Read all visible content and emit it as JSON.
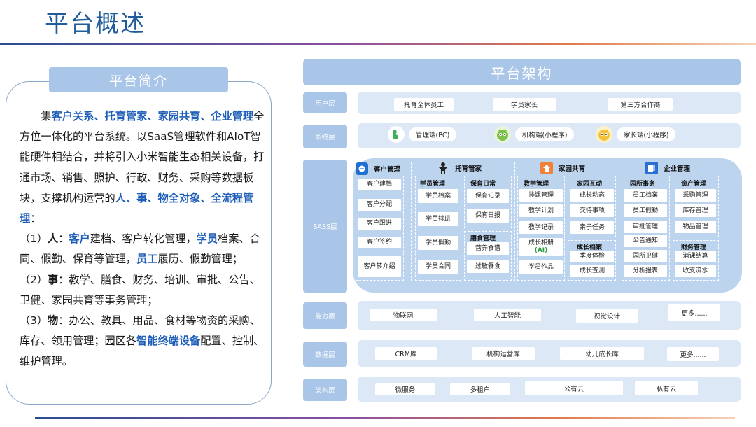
{
  "page": {
    "title": "平台概述"
  },
  "intro": {
    "tab": "平台简介",
    "p1": [
      "集",
      "客户关系、托育管家、家园共育、企业管理",
      "全方位一体化的平台系统。以SaaS管理软件和AIoT智能硬件相结合，并将引入小米智能生态相关设备，打通市场、销售、照护、行政、财务、采购等数据板块，支撑机构运营的",
      "人、事、物全对象、全流程管理",
      "："
    ],
    "p2": [
      "（1）",
      "人",
      "：",
      "客户",
      "建档、客户转化管理，",
      "学员",
      "档案、合同、假勤、保育等管理，",
      "员工",
      "履历、假勤管理；"
    ],
    "p3": [
      "（2）",
      "事",
      "：教学、膳食、财务、培训、审批、公告、卫健、家园共育等事务管理；"
    ],
    "p4": [
      "（3）",
      "物",
      "：办公、教具、用品、食材等物资的采购、库存、领用管理；园区各",
      "智能终端设备",
      "配置、控制、维护管理。"
    ]
  },
  "arch": {
    "title": "平台架构",
    "layers": {
      "user": {
        "label": "用户层",
        "items": [
          "托育全体员工",
          "学员家长",
          "第三方合作商"
        ]
      },
      "system": {
        "label": "系统层",
        "items": [
          "管理端(PC)",
          "机构端(小程序)",
          "家长端(小程序)"
        ]
      },
      "sass": {
        "label": "SASS层"
      },
      "capability": {
        "label": "能力层",
        "items": [
          "物联网",
          "人工智能",
          "视觉设计",
          "更多......"
        ]
      },
      "data": {
        "label": "数据层",
        "items": [
          "CRM库",
          "机构运营库",
          "幼儿成长库",
          "更多......"
        ]
      },
      "framework": {
        "label": "架构层",
        "items": [
          "微服务",
          "多租户",
          "公有云",
          "私有云"
        ]
      }
    },
    "sass": {
      "customer": {
        "title": "客户管理",
        "items": [
          "客户建档",
          "客户分配",
          "客户跟进",
          "客户签约",
          "客户转介绍"
        ]
      },
      "nursery": {
        "title": "托育管家",
        "student": {
          "title": "学员管理",
          "items": [
            "学员档案",
            "学员排班",
            "学员假勤",
            "学员合同"
          ]
        },
        "care": {
          "title": "保育日常",
          "items": [
            "保育记录",
            "保育日报"
          ]
        },
        "meal": {
          "title": "膳食管理",
          "items": [
            "营养食谱",
            "过敏餐食"
          ]
        }
      },
      "home": {
        "title": "家园共育",
        "teach": {
          "title": "教学管理",
          "items": [
            "排课管理",
            "教学计划",
            "教学记录",
            "成长相册",
            "(AI)",
            "学员作品"
          ]
        },
        "interact": {
          "title": "家园互动",
          "items": [
            "成长动态",
            "交待事项",
            "亲子任务"
          ]
        },
        "growth": {
          "title": "成长档案",
          "items": [
            "季度体检",
            "成长查测"
          ]
        }
      },
      "enterprise": {
        "title": "企业管理",
        "affairs": {
          "title": "园所事务",
          "items": [
            "员工档案",
            "员工假勤",
            "审批管理",
            "公告通知",
            "园所卫健",
            "分析报表"
          ]
        },
        "asset": {
          "title": "资产管理",
          "items": [
            "采购管理",
            "库存管理",
            "物品管理"
          ]
        },
        "finance": {
          "title": "财务管理",
          "items": [
            "消课结算",
            "收支流水"
          ]
        }
      }
    }
  },
  "colors": {
    "accent": "#1e5eb8",
    "panel": "#a9c6e8",
    "row": "#dce8f5",
    "sass": "#bcd4ee"
  }
}
